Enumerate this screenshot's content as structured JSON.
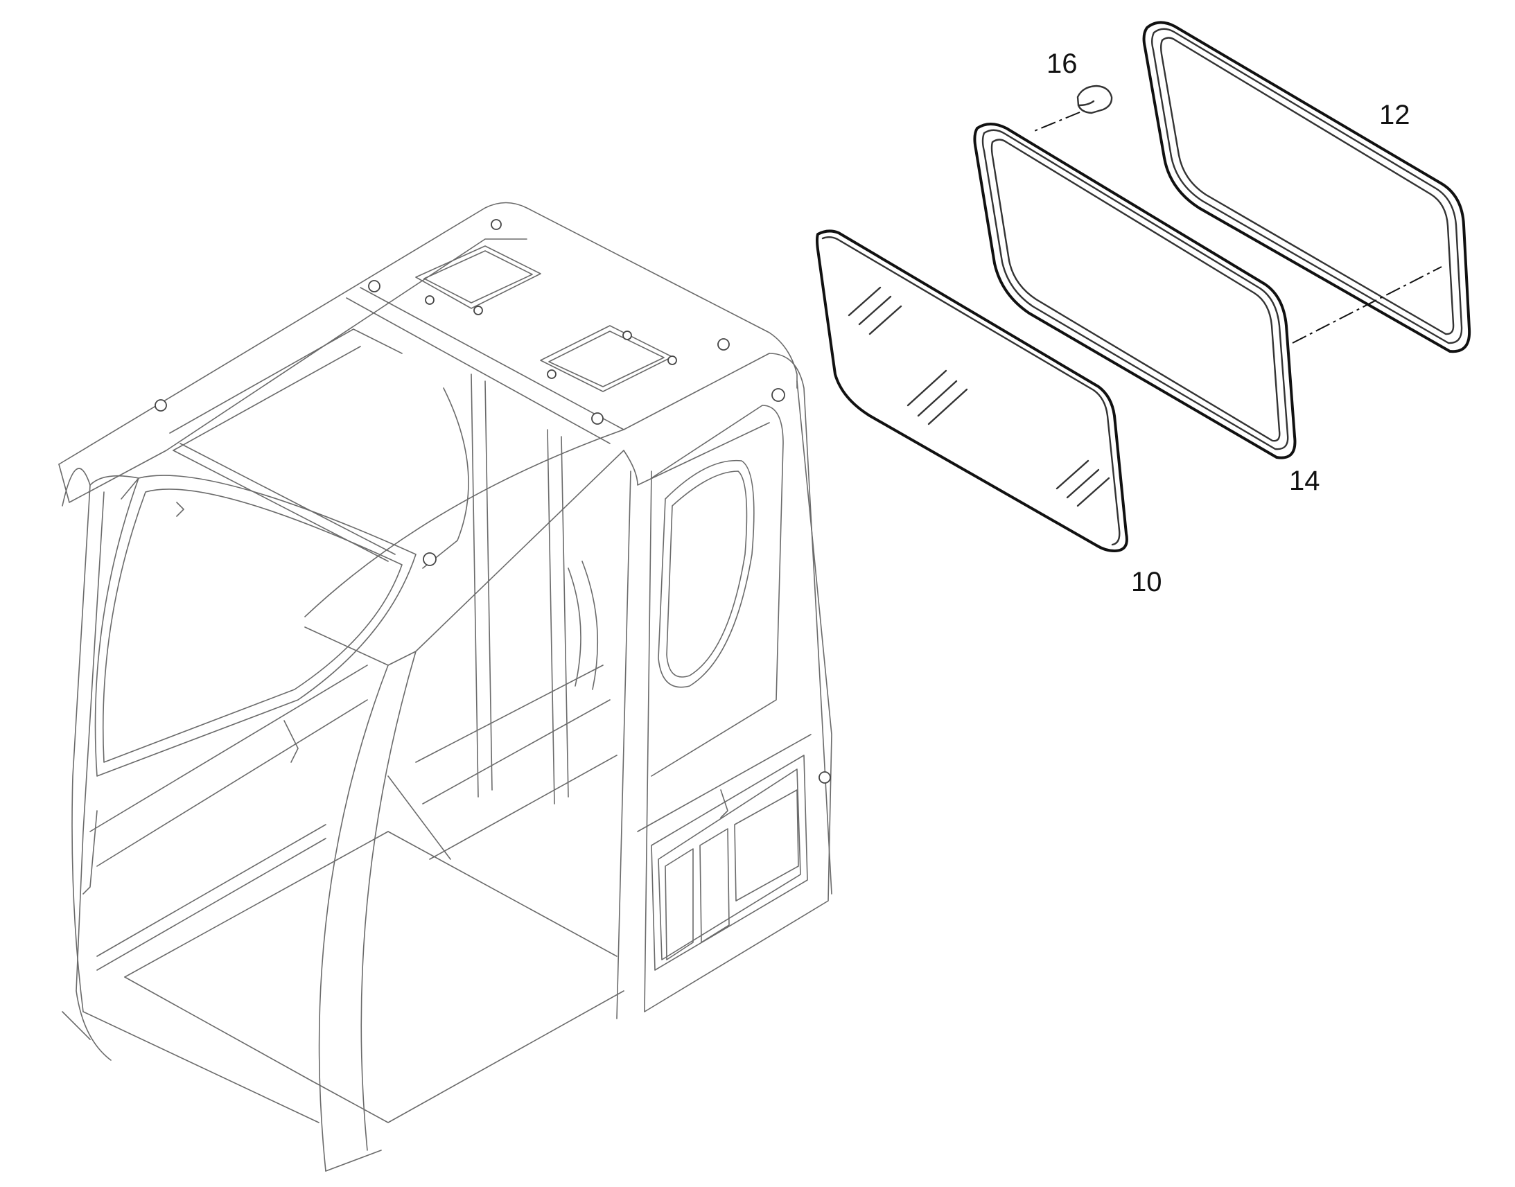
{
  "diagram": {
    "parts": [
      {
        "id": "glass",
        "label": "10"
      },
      {
        "id": "seal-outer",
        "label": "12"
      },
      {
        "id": "seal-inner",
        "label": "14"
      },
      {
        "id": "clip",
        "label": "16"
      }
    ]
  },
  "colors": {
    "ink": "#111111",
    "frame_line": "#6a6a6a",
    "background": "#ffffff"
  }
}
